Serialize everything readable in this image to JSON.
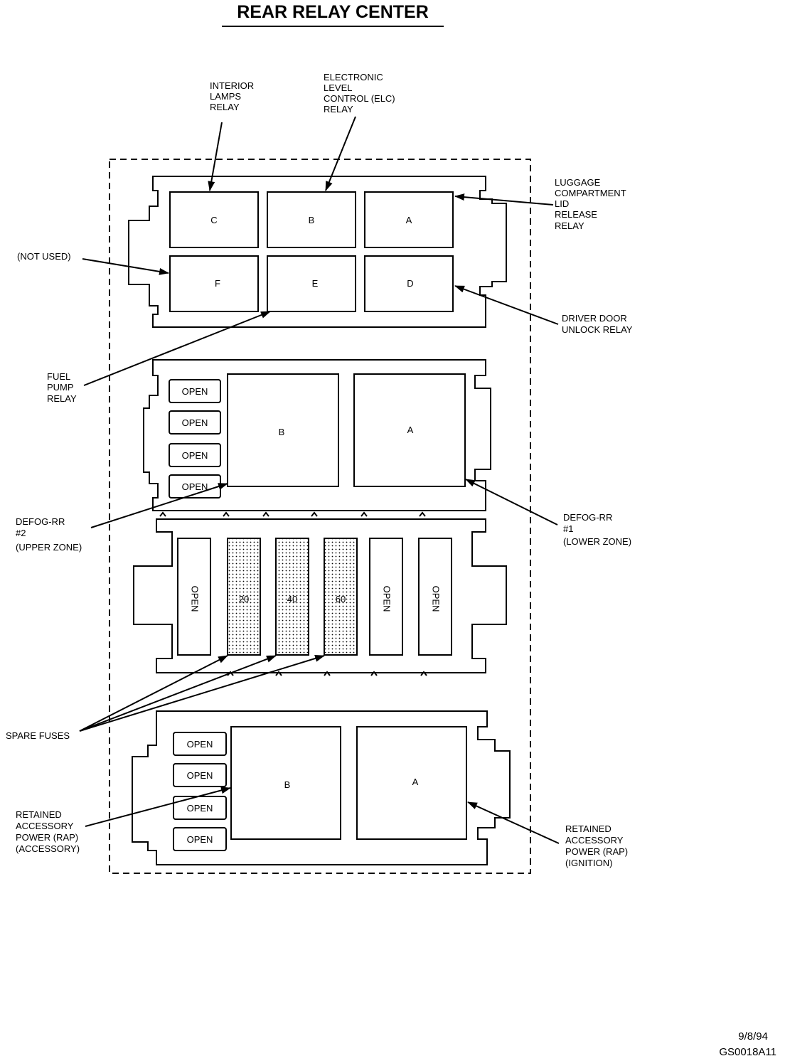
{
  "title": "REAR RELAY CENTER",
  "callouts": {
    "interior_lamps": [
      "INTERIOR",
      "LAMPS",
      "RELAY"
    ],
    "elc": [
      "ELECTRONIC",
      "LEVEL",
      "CONTROL (ELC)",
      "RELAY"
    ],
    "luggage": [
      "LUGGAGE",
      "COMPARTMENT",
      "LID",
      "RELEASE",
      "RELAY"
    ],
    "not_used": [
      "(NOT USED)"
    ],
    "driver_door": [
      "DRIVER DOOR",
      "UNLOCK RELAY"
    ],
    "fuel_pump": [
      "FUEL",
      "PUMP",
      "RELAY"
    ],
    "defog_upper": [
      "DEFOG-RR",
      "#2",
      "(UPPER ZONE)"
    ],
    "defog_lower": [
      "DEFOG-RR",
      "#1",
      "(LOWER ZONE)"
    ],
    "spare_fuses": [
      "SPARE FUSES"
    ],
    "rap_accessory": [
      "RETAINED",
      "ACCESSORY",
      "POWER (RAP)",
      "(ACCESSORY)"
    ],
    "rap_ignition": [
      "RETAINED",
      "ACCESSORY",
      "POWER (RAP)",
      "(IGNITION)"
    ]
  },
  "top_block": {
    "row1": [
      "C",
      "B",
      "A"
    ],
    "row2": [
      "F",
      "E",
      "D"
    ]
  },
  "second_block": {
    "slots": [
      "OPEN",
      "OPEN",
      "OPEN",
      "OPEN"
    ],
    "relays": [
      "B",
      "A"
    ]
  },
  "fuse_block": {
    "fuses": [
      {
        "label": "OPEN",
        "spare": false
      },
      {
        "label": "20",
        "spare": true
      },
      {
        "label": "40",
        "spare": true
      },
      {
        "label": "60",
        "spare": true
      },
      {
        "label": "OPEN",
        "spare": false
      },
      {
        "label": "OPEN",
        "spare": false
      }
    ]
  },
  "bottom_block": {
    "slots": [
      "OPEN",
      "OPEN",
      "OPEN",
      "OPEN"
    ],
    "relays": [
      "B",
      "A"
    ]
  },
  "footer": {
    "date": "9/8/94",
    "ref": "GS0018A11"
  }
}
